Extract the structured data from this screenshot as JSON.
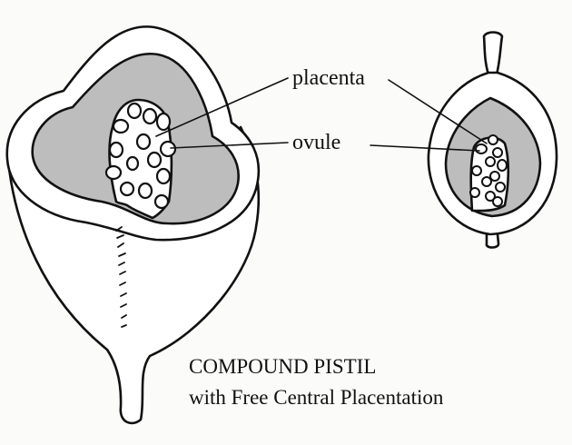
{
  "labels": {
    "placenta": "placenta",
    "ovule": "ovule"
  },
  "caption": {
    "line1": "COMPOUND PISTIL",
    "line2": "with Free Central Placentation"
  },
  "colors": {
    "background": "#fbfbfa",
    "locule_fill": "#bdbdbd",
    "wall_fill": "#ffffff",
    "ink": "#111111"
  }
}
